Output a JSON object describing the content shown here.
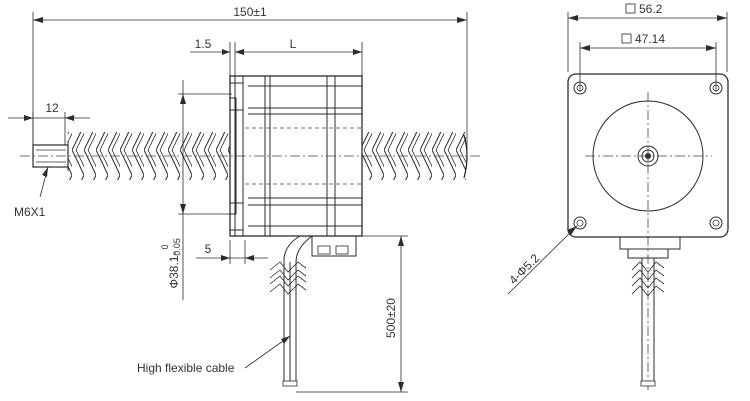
{
  "side_view": {
    "overall_length": "150±1",
    "flange_thickness": "1.5",
    "body_length": "L",
    "thread_length": "12",
    "thread_spec": "M6X1",
    "pilot_diameter_main": "Φ38.1-",
    "pilot_tol_upper": "0",
    "pilot_tol_lower": "0.05",
    "pilot_height": "5",
    "cable_length": "500±20",
    "cable_label": "High flexible cable"
  },
  "front_view": {
    "frame_size": "56.2",
    "hole_spacing": "47.14",
    "mount_holes": "4-Φ5.2"
  }
}
